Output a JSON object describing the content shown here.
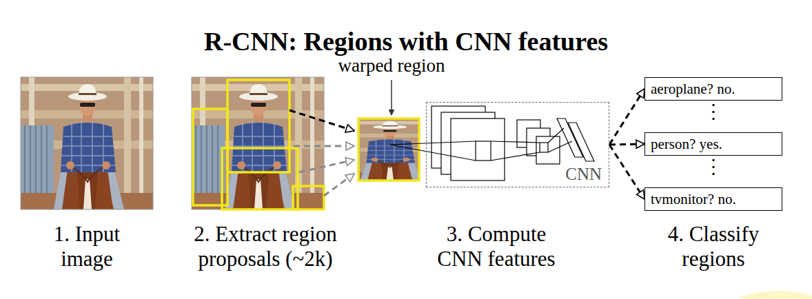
{
  "diagram": {
    "title": "R-CNN: Regions with CNN features",
    "nodes": [
      {
        "text": [
          "CNN"
        ]
      },
      {
        "text": [
          "aeroplane? no."
        ]
      },
      {
        "text": [
          "person? yes."
        ]
      },
      {
        "text": [
          "tvmonitor? no."
        ]
      }
    ],
    "edges": [
      {
        "from": 0,
        "to": 1,
        "arrow": "to"
      },
      {
        "from": 0,
        "to": 2,
        "arrow": "to"
      },
      {
        "from": 0,
        "to": 3,
        "arrow": "to"
      }
    ],
    "labels": [
      "warped region",
      "⋮",
      "⋮",
      "1. Input image",
      "2. Extract region proposals (~2k)",
      "3. Compute CNN features",
      "4. Classify regions"
    ]
  }
}
